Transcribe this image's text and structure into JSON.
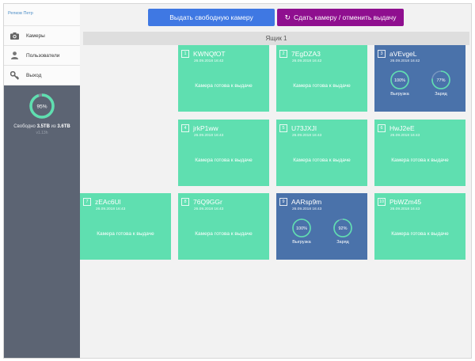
{
  "sidebar": {
    "user_name": "Репков Петр",
    "items": [
      {
        "label": "Камеры",
        "icon": "camera-icon"
      },
      {
        "label": "Пользователи",
        "icon": "user-icon"
      },
      {
        "label": "Выход",
        "icon": "key-icon"
      }
    ],
    "storage": {
      "percent_label": "95%",
      "percent": 95,
      "free_label": "Свободно",
      "free": "3.5TB",
      "of_label": "из",
      "total": "3.6TB",
      "version": "v1.13h"
    }
  },
  "toolbar": {
    "issue_label": "Выдать свободную камеру",
    "return_label": "Сдать камеру / отменить выдачу"
  },
  "box": {
    "title": "Ящик 1"
  },
  "labels": {
    "ready_status": "Камера готова к выдаче",
    "upload": "Выгрузка",
    "charge": "Заряд"
  },
  "cameras": [
    {
      "num": "1",
      "name": "KWNQfOT",
      "date": "26.09.2018 16:42",
      "state": "ready"
    },
    {
      "num": "2",
      "name": "7EgDZA3",
      "date": "26.09.2018 16:42",
      "state": "ready"
    },
    {
      "num": "3",
      "name": "aVEvgeL",
      "date": "26.09.2018 16:42",
      "state": "busy",
      "upload": "100%",
      "upload_value": 100,
      "charge": "77%",
      "charge_value": 77
    },
    {
      "num": "4",
      "name": "jrkP1ww",
      "date": "26.09.2018 16:43",
      "state": "ready"
    },
    {
      "num": "5",
      "name": "U73JXJI",
      "date": "26.09.2018 16:43",
      "state": "ready"
    },
    {
      "num": "6",
      "name": "HwJ2eE",
      "date": "26.09.2018 16:43",
      "state": "ready"
    },
    {
      "num": "7",
      "name": "zEAc6Ul",
      "date": "26.09.2018 16:43",
      "state": "ready"
    },
    {
      "num": "8",
      "name": "76Q9GGr",
      "date": "26.09.2018 16:43",
      "state": "ready"
    },
    {
      "num": "9",
      "name": "AARsp9m",
      "date": "26.09.2018 16:43",
      "state": "busy",
      "upload": "100%",
      "upload_value": 100,
      "charge": "92%",
      "charge_value": 92
    },
    {
      "num": "10",
      "name": "PbWZm45",
      "date": "26.09.2018 16:43",
      "state": "ready"
    }
  ],
  "colors": {
    "ready": "#5fdfb0",
    "busy": "#4a72aa",
    "issue_button": "#3f78e3",
    "return_button": "#8f0f8f",
    "sidebar": "#5c6473"
  }
}
